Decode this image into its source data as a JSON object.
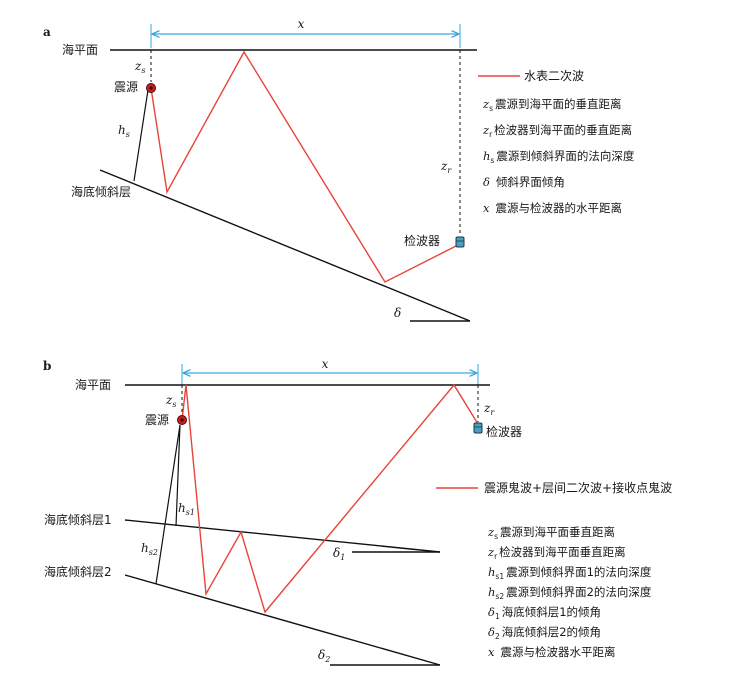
{
  "colors": {
    "ray": "#e8443a",
    "dimension": "#3aa6df",
    "line": "#111111",
    "source": "#c81e1e",
    "receiver": "#4a9fbf"
  },
  "icons": {
    "source": "seismic-source-icon",
    "receiver": "geophone-receiver-icon"
  },
  "panel_a": {
    "label": "a",
    "x_label": "x",
    "sea_surface": "海平面",
    "source": "震源",
    "seabed": "海底倾斜层",
    "receiver": "检波器",
    "zs_main": "z",
    "zs_sub": "s",
    "zr_main": "z",
    "zr_sub": "r",
    "hs_main": "h",
    "hs_sub": "s",
    "delta": "δ",
    "legend_ray": "水表二次波",
    "legend": [
      {
        "sym": "z",
        "sub": "s",
        "text": "震源到海平面的垂直距离"
      },
      {
        "sym": "z",
        "sub": "r",
        "text": "检波器到海平面的垂直距离"
      },
      {
        "sym": "h",
        "sub": "s",
        "text": "震源到倾斜界面的法向深度"
      },
      {
        "sym": "δ",
        "sub": "",
        "text": "倾斜界面倾角"
      },
      {
        "sym": "x",
        "sub": "",
        "text": "震源与检波器的水平距离"
      }
    ]
  },
  "panel_b": {
    "label": "b",
    "x_label": "x",
    "sea_surface": "海平面",
    "source": "震源",
    "receiver": "检波器",
    "seabed1": "海底倾斜层1",
    "seabed2": "海底倾斜层2",
    "zs_main": "z",
    "zs_sub": "s",
    "zr_main": "z",
    "zr_sub": "r",
    "hs1_main": "h",
    "hs1_sub": "s1",
    "hs2_main": "h",
    "hs2_sub": "s2",
    "d1_main": "δ",
    "d1_sub": "1",
    "d2_main": "δ",
    "d2_sub": "2",
    "legend_ray": "震源鬼波+层间二次波+接收点鬼波",
    "legend": [
      {
        "sym": "z",
        "sub": "s",
        "text": "震源到海平面垂直距离"
      },
      {
        "sym": "z",
        "sub": "r",
        "text": "检波器到海平面垂直距离"
      },
      {
        "sym": "h",
        "sub": "s1",
        "text": "震源到倾斜界面1的法向深度"
      },
      {
        "sym": "h",
        "sub": "s2",
        "text": "震源到倾斜界面2的法向深度"
      },
      {
        "sym": "δ",
        "sub": "1",
        "text": "海底倾斜层1的倾角"
      },
      {
        "sym": "δ",
        "sub": "2",
        "text": "海底倾斜层2的倾角"
      },
      {
        "sym": "x",
        "sub": "",
        "text": "震源与检波器水平距离"
      }
    ]
  }
}
